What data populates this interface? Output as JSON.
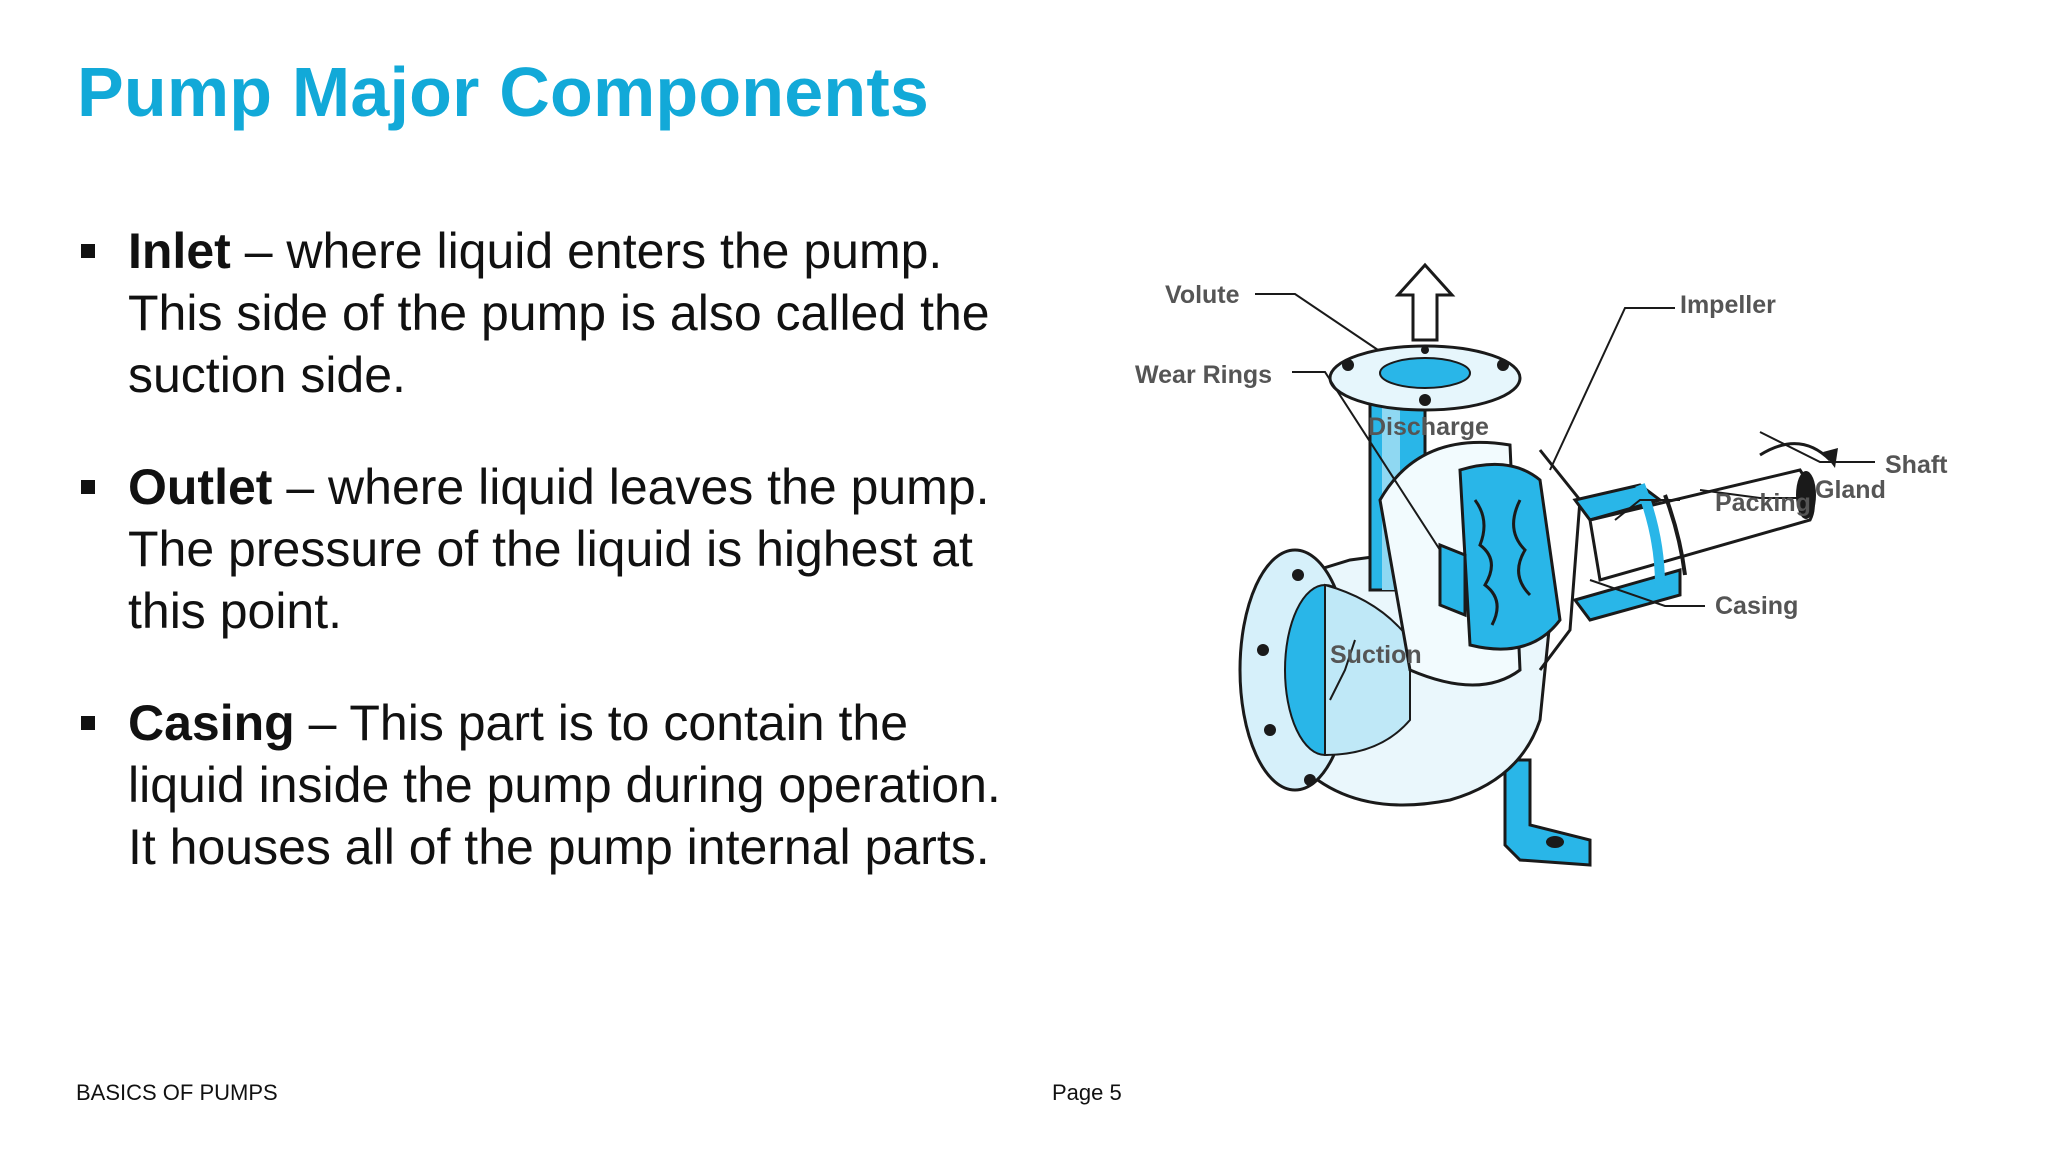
{
  "slide": {
    "title": "Pump Major Components"
  },
  "bullets": [
    {
      "term": "Inlet",
      "text": " – where liquid enters the pump. This side of the pump is also called the suction side."
    },
    {
      "term": "Outlet",
      "text": " – where liquid leaves the pump. The pressure of the liquid is highest at this point."
    },
    {
      "term": "Casing",
      "text": " – This part is to contain the liquid inside the pump during operation. It houses all of the pump internal parts."
    }
  ],
  "diagram": {
    "labels": {
      "discharge": "Discharge",
      "volute": "Volute",
      "impeller": "Impeller",
      "wear_rings": "Wear Rings",
      "shaft": "Shaft",
      "gland": "Gland",
      "packing": "Packing",
      "casing": "Casing",
      "suction": "Suction"
    },
    "colors": {
      "fluid": "#29b6e8",
      "fluid_light": "#c9ecf8",
      "outline": "#1a1a1a"
    }
  },
  "footer": {
    "left": "BASICS OF PUMPS",
    "right": "Page 5"
  }
}
